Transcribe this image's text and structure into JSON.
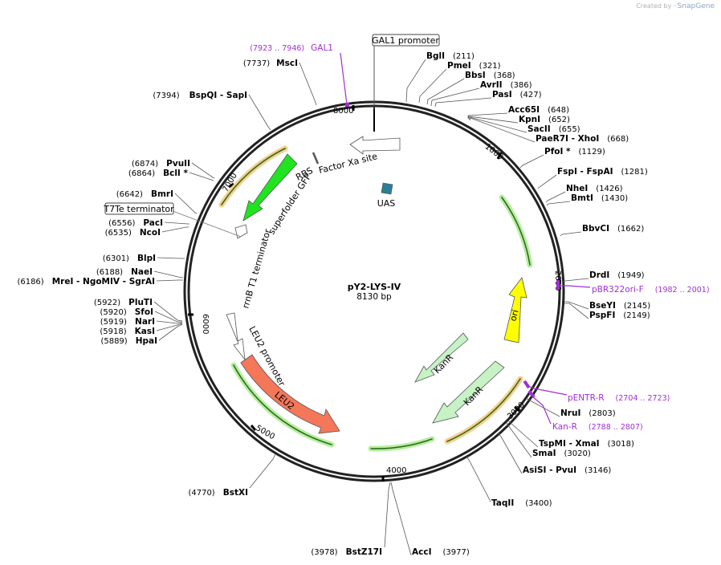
{
  "credit": {
    "prefix": "Created by",
    "brand": "SnapGene"
  },
  "plasmid": {
    "name": "pY2-LYS-IV",
    "size_label": "8130 bp",
    "length": 8130
  },
  "tick_labels": [
    "1000",
    "2000",
    "3000",
    "4000",
    "5000",
    "6000",
    "7000",
    "8000"
  ],
  "colors": {
    "backbone": "#222222",
    "primer": "#a12fd2",
    "ori": "#ffff00",
    "leu2": "#f4775a",
    "kanr": "#c6f2c6",
    "gfp": "#1fe41f",
    "uas": "#2a7f97",
    "selection_green": "#7fd85a",
    "selection_orange": "#f3b75a"
  },
  "features": [
    {
      "name": "ori",
      "icon": "arrow"
    },
    {
      "name": "KanR",
      "icon": "arrow"
    },
    {
      "name": "KanR",
      "icon": "arrow"
    },
    {
      "name": "LEU2",
      "icon": "arrow"
    },
    {
      "name": "LEU2 promoter",
      "icon": "arrow"
    },
    {
      "name": "superfolder GFP",
      "icon": "arrow"
    },
    {
      "name": "rrnB T1 terminator",
      "icon": "terminator"
    },
    {
      "name": "RBS",
      "icon": "rbs"
    },
    {
      "name": "Factor Xa site",
      "icon": "arrow"
    },
    {
      "name": "UAS",
      "icon": "box"
    },
    {
      "name": "GAL1 promoter",
      "icon": "arrow"
    },
    {
      "name": "T7Te terminator",
      "icon": "terminator"
    }
  ],
  "sites_right": [
    {
      "name": "BglI",
      "pos": "(211)"
    },
    {
      "name": "PmeI",
      "pos": "(321)"
    },
    {
      "name": "BbsI",
      "pos": "(368)"
    },
    {
      "name": "AvrII",
      "pos": "(386)"
    },
    {
      "name": "PasI",
      "pos": "(427)"
    },
    {
      "name": "Acc65I",
      "pos": "(648)"
    },
    {
      "name": "KpnI",
      "pos": "(652)"
    },
    {
      "name": "SacII",
      "pos": "(655)"
    },
    {
      "name": "PaeR7I  - XhoI",
      "pos": "(668)"
    },
    {
      "name": "PfoI *",
      "pos": "(1129)"
    },
    {
      "name": "FspI  - FspAI",
      "pos": "(1281)"
    },
    {
      "name": "NheI",
      "pos": "(1426)"
    },
    {
      "name": "BmtI",
      "pos": "(1430)"
    },
    {
      "name": "BbvCI",
      "pos": "(1662)"
    },
    {
      "name": "DrdI",
      "pos": "(1949)"
    },
    {
      "name": "BseYI",
      "pos": "(2145)"
    },
    {
      "name": "PspFI",
      "pos": "(2149)"
    },
    {
      "name": "NruI",
      "pos": "(2803)"
    },
    {
      "name": "TspMI  - XmaI",
      "pos": "(3018)"
    },
    {
      "name": "SmaI",
      "pos": "(3020)"
    },
    {
      "name": "AsiSI  - PvuI",
      "pos": "(3146)"
    },
    {
      "name": "TaqII",
      "pos": "(3400)"
    },
    {
      "name": "AccI",
      "pos": "(3977)"
    }
  ],
  "sites_left": [
    {
      "name": "BstZ17I",
      "pos": "(3978)"
    },
    {
      "name": "BstXI",
      "pos": "(4770)"
    },
    {
      "name": "HpaI",
      "pos": "(5889)"
    },
    {
      "name": "KasI",
      "pos": "(5918)"
    },
    {
      "name": "NarI",
      "pos": "(5919)"
    },
    {
      "name": "SfoI",
      "pos": "(5920)"
    },
    {
      "name": "PluTI",
      "pos": "(5922)"
    },
    {
      "name": "MreI  - NgoMIV  - SgrAI",
      "pos": "(6186)"
    },
    {
      "name": "NaeI",
      "pos": "(6188)"
    },
    {
      "name": "BlpI",
      "pos": "(6301)"
    },
    {
      "name": "NcoI",
      "pos": "(6535)"
    },
    {
      "name": "PacI",
      "pos": "(6556)"
    },
    {
      "name": "BmrI",
      "pos": "(6642)"
    },
    {
      "name": "BclI *",
      "pos": "(6864)"
    },
    {
      "name": "PvuII",
      "pos": "(6874)"
    },
    {
      "name": "BspQI  - SapI",
      "pos": "(7394)"
    },
    {
      "name": "MscI",
      "pos": "(7737)"
    }
  ],
  "primers": [
    {
      "name": "pBR322ori-F",
      "pos": "(1982 .. 2001)"
    },
    {
      "name": "pENTR-R",
      "pos": "(2704 .. 2723)"
    },
    {
      "name": "Kan-R",
      "pos": "(2788 .. 2807)"
    },
    {
      "name": "GAL1",
      "pos": "(7923 .. 7946)"
    }
  ]
}
